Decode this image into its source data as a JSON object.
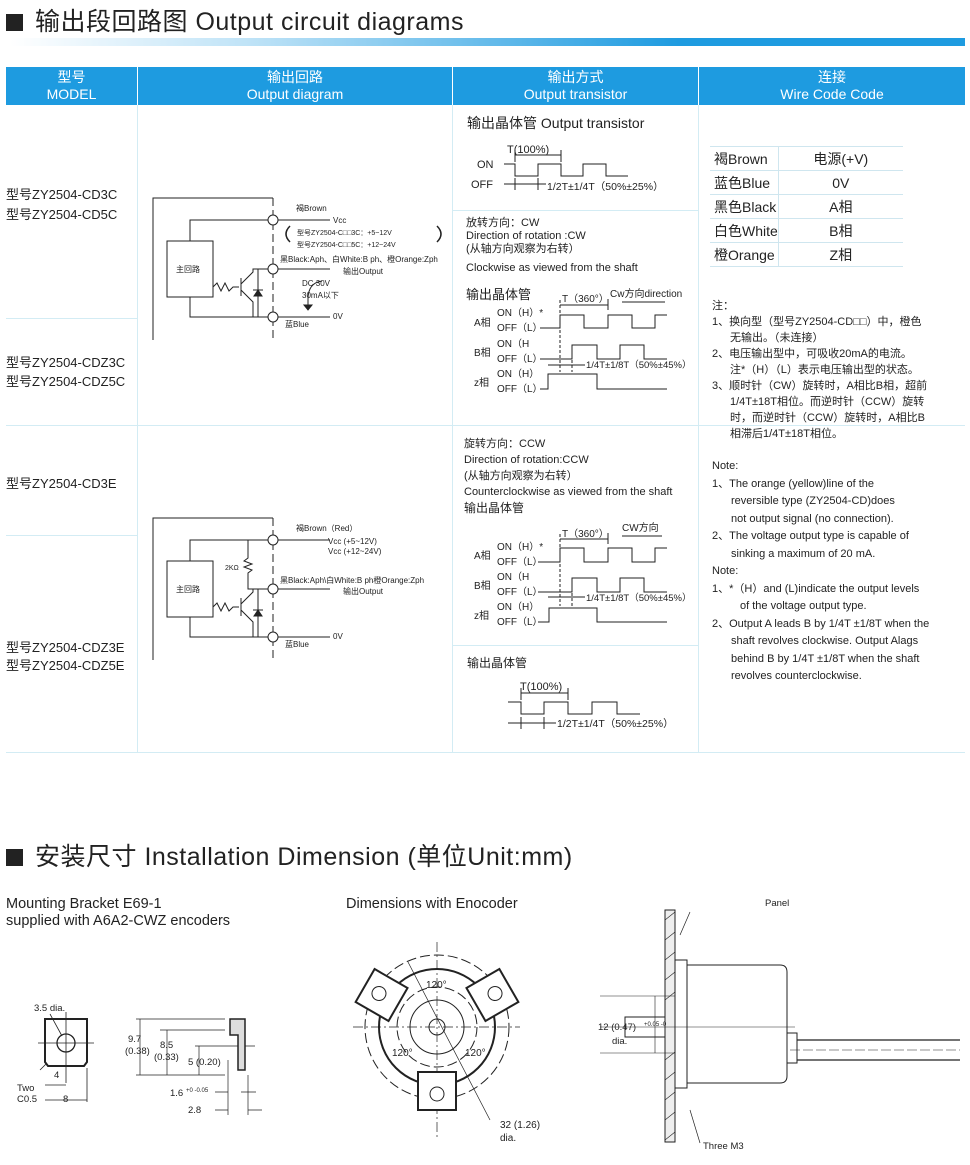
{
  "section1": {
    "title": "输出段回路图 Output circuit diagrams"
  },
  "table_header": [
    {
      "zh": "型号",
      "en": "MODEL"
    },
    {
      "zh": "输出回路",
      "en": "Output diagram"
    },
    {
      "zh": "输出方式",
      "en": "Output transistor"
    },
    {
      "zh": "连接",
      "en": "Wire Code Code"
    }
  ],
  "models": [
    "型号ZY2504-CD3C",
    "型号ZY2504-CD5C",
    "型号ZY2504-CDZ3C",
    "型号ZY2504-CDZ5C",
    "型号ZY2504-CD3E",
    "型号ZY2504-CDZ3E",
    "型号ZY2504-CDZ5E"
  ],
  "circuit1": {
    "box": "主回路",
    "brown": "褐Brown",
    "vcc": "Vcc",
    "model_a": "型号ZY2504-C□□3C：+5~12V",
    "model_b": "型号ZY2504-C□□5C：+12~24V",
    "outputs": "黑Black:Aph、白White:B ph、橙Orange:Zph",
    "output": "输出Output",
    "dc": "DC 30V",
    "ma": "30mA以下",
    "zero": "0V",
    "blue": "蓝Blue"
  },
  "circuit2": {
    "box": "主回路",
    "brown": "褐Brown（Red）",
    "vcc1": "Vcc (+5~12V)",
    "vcc2": "Vcc (+12~24V)",
    "res": "2KΩ",
    "outputs": "黑Black:Aph\\白White:B ph橙Orange:Zph",
    "output": "输出Output",
    "zero": "0V",
    "blue": "蓝Blue"
  },
  "wave1": {
    "title": "输出晶体管 Output transistor",
    "on": "ON",
    "off": "OFF",
    "period": "T(100%)",
    "duty": "1/2T±1/4T（50%±25%）"
  },
  "cw": {
    "l1": "放转方向：CW",
    "l2": "Direction of rotation :CW",
    "l3": "(从轴方向观察为右转）",
    "l4": "Clockwise as viewed from the shaft",
    "sub": "输出晶体管",
    "period": "T（360°）",
    "dir": "Cw方向direction",
    "a": "A相",
    "b": "B相",
    "z": "z相",
    "on_h_star": "ON（H）*",
    "on_h": "ON（H",
    "on_h2": "ON（H）",
    "off_l": "OFF（L）",
    "phase": "1/4T±1/8T（50%±45%）"
  },
  "ccw": {
    "l1": "旋转方向：CCW",
    "l2": "Direction of rotation:CCW",
    "l3": "(从轴方向观察为右转）",
    "l4": "Counterclockwise as viewed from the shaft",
    "sub": "输出晶体管",
    "period": "T（360°）",
    "dir": "CW方向",
    "a": "A相",
    "b": "B相",
    "z": "z相",
    "on_h_star": "ON（H）*",
    "on_h": "ON（H",
    "on_h2": "ON（H）",
    "off_l": "OFF（L）",
    "phase": "1/4T±1/8T（50%±45%）"
  },
  "wave2": {
    "title": "输出晶体管",
    "period": "T(100%)",
    "duty": "1/2T±1/4T（50%±25%）"
  },
  "wires": [
    [
      "褐Brown",
      "电源(+V)"
    ],
    [
      "蓝色Blue",
      "0V"
    ],
    [
      "黑色Black",
      "A相"
    ],
    [
      "白色White",
      "B相"
    ],
    [
      "橙Orange",
      "Z相"
    ]
  ],
  "notes_zh": [
    "注：",
    "1、换向型（型号ZY2504-CD□□）中，橙色",
    "无输出。（未连接）",
    "2、电压输出型中，可吸收20mA的电流。",
    "注*（H）（L）表示电压输出型的状态。",
    "3、顺时针（CW）旋转时，A相比B相，超前",
    "1/4T±18T相位。而逆时针（CCW）旋转",
    "时，而逆时针（CCW）旋转时，A相比B",
    "相滞后1/4T±18T相位。"
  ],
  "notes_en": [
    "Note:",
    "1、The orange (yellow)line of the",
    "reversible type (ZY2504-CD)does",
    "not output signal (no connection).",
    "2、The voltage output type is capable of",
    "sinking a maximum of 20 mA.",
    "Note:",
    "1、*（H）and (L)indicate the output levels",
    "of the voltage output type.",
    "2、Output A  leads B by 1/4T ±1/8T  when the",
    "shaft revolves clockwise. Output Alags",
    "behind B by 1/4T ±1/8T when the shaft",
    "revolves counterclockwise."
  ],
  "section2": {
    "title": "安装尺寸 Installation Dimension (单位Unit:mm)"
  },
  "bracket": {
    "l1": "Mounting Bracket E69-1",
    "l2": "supplied with A6A2-CWZ encoders",
    "hole": "3.5 dia.",
    "w4": "4",
    "w8": "8",
    "two": "Two",
    "c05": "C0.5",
    "h97": "9.7",
    "h97i": "(0.38)",
    "h85": "8.5",
    "h85i": "(0.33)",
    "h5": "5 (0.20)",
    "t16": "1.6",
    "t16tol": "+0 -0.05",
    "t28": "2.8"
  },
  "encoder": {
    "title": "Dimensions with Enocoder",
    "angle": "120°",
    "dia32": "32 (1.26)",
    "dia": "dia.",
    "panel": "Panel",
    "screws": "Three M3",
    "shaft": "12 (0.47)",
    "shaft_tol": "+0.05 -0"
  }
}
